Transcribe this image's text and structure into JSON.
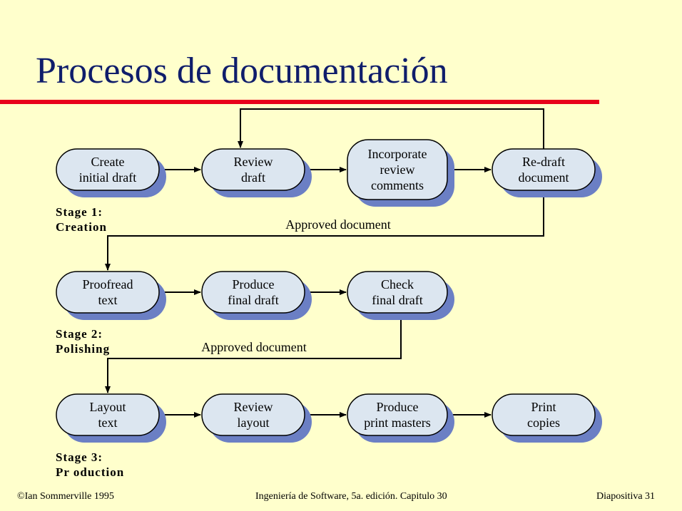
{
  "slide": {
    "title": "Procesos de documentación",
    "footer": {
      "left": "©Ian Sommerville  1995",
      "center": "Ingeniería de Software, 5a. edición. Capitulo 30",
      "right": "Diapositiva  31"
    }
  },
  "colors": {
    "background": "#ffffcc",
    "title": "#0f1d6b",
    "rule": "#e8001a",
    "node_fill": "#dce6f0",
    "node_shadow": "#6b7fc4"
  },
  "stages": [
    {
      "label_line1": "Stage 1:",
      "label_line2": "Creation",
      "nodes": [
        {
          "id": "create-initial-draft",
          "lines": [
            "Create",
            "initial draft"
          ]
        },
        {
          "id": "review-draft",
          "lines": [
            "Review",
            "draft"
          ]
        },
        {
          "id": "incorporate-review-comments",
          "lines": [
            "Incorporate",
            "review",
            "comments"
          ]
        },
        {
          "id": "re-draft-document",
          "lines": [
            "Re-draft",
            "document"
          ]
        }
      ],
      "output_label": "Approved document"
    },
    {
      "label_line1": "Stage 2:",
      "label_line2": "Polishing",
      "nodes": [
        {
          "id": "proofread-text",
          "lines": [
            "Proofread",
            "text"
          ]
        },
        {
          "id": "produce-final-draft",
          "lines": [
            "Produce",
            "final draft"
          ]
        },
        {
          "id": "check-final-draft",
          "lines": [
            "Check",
            "final draft"
          ]
        }
      ],
      "output_label": "Approved document"
    },
    {
      "label_line1": "Stage 3:",
      "label_line2": "Pr oduction",
      "nodes": [
        {
          "id": "layout-text",
          "lines": [
            "Layout",
            "text"
          ]
        },
        {
          "id": "review-layout",
          "lines": [
            "Review",
            "layout"
          ]
        },
        {
          "id": "produce-print-masters",
          "lines": [
            "Produce",
            "print masters"
          ]
        },
        {
          "id": "print-copies",
          "lines": [
            "Print",
            "copies"
          ]
        }
      ]
    }
  ],
  "edges": [
    {
      "from": "create-initial-draft",
      "to": "review-draft"
    },
    {
      "from": "review-draft",
      "to": "incorporate-review-comments"
    },
    {
      "from": "incorporate-review-comments",
      "to": "re-draft-document"
    },
    {
      "from": "re-draft-document",
      "to": "review-draft"
    },
    {
      "from": "re-draft-document",
      "to": "proofread-text",
      "label": "Approved document"
    },
    {
      "from": "proofread-text",
      "to": "produce-final-draft"
    },
    {
      "from": "produce-final-draft",
      "to": "check-final-draft"
    },
    {
      "from": "check-final-draft",
      "to": "layout-text",
      "label": "Approved document"
    },
    {
      "from": "layout-text",
      "to": "review-layout"
    },
    {
      "from": "review-layout",
      "to": "produce-print-masters"
    },
    {
      "from": "produce-print-masters",
      "to": "print-copies"
    }
  ]
}
